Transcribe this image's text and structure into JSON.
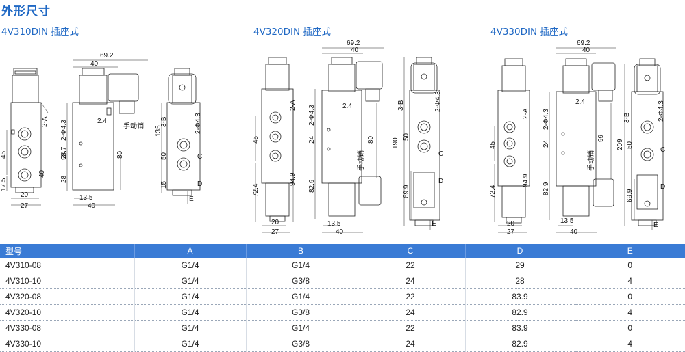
{
  "page_title": "外形尺寸",
  "subtitles": [
    "4V310DIN 插座式",
    "4V320DIN 插座式",
    "4V330DIN 插座式"
  ],
  "dims": {
    "d69_2": "69.2",
    "d40": "40",
    "d2_4": "2.4",
    "manual": "手动销",
    "d2A": "2-A",
    "d3B": "3-B",
    "d2phi": "2-Φ4.3",
    "d45": "45",
    "d17_5": "17.5",
    "d40v": "40",
    "d20": "20",
    "d27": "27",
    "d98_7": "98.7",
    "d24": "24",
    "d28": "28",
    "d80": "80",
    "d13_5": "13.5",
    "d135": "135",
    "d50": "50",
    "d15": "15",
    "C": "C",
    "D": "D",
    "E": "E",
    "d72_4": "72.4",
    "d94_9": "94.9",
    "d82_9": "82.9",
    "d190": "190",
    "d69_9": "69.9",
    "d99": "99",
    "d209": "209"
  },
  "table": {
    "headers": [
      "型号",
      "A",
      "B",
      "C",
      "D",
      "E"
    ],
    "rows": [
      [
        "4V310-08",
        "G1/4",
        "G1/4",
        "22",
        "29",
        "0"
      ],
      [
        "4V310-10",
        "G1/4",
        "G3/8",
        "24",
        "28",
        "4"
      ],
      [
        "4V320-08",
        "G1/4",
        "G1/4",
        "22",
        "83.9",
        "0"
      ],
      [
        "4V320-10",
        "G1/4",
        "G3/8",
        "24",
        "82.9",
        "4"
      ],
      [
        "4V330-08",
        "G1/4",
        "G1/4",
        "22",
        "83.9",
        "0"
      ],
      [
        "4V330-10",
        "G1/4",
        "G3/8",
        "24",
        "82.9",
        "4"
      ]
    ]
  }
}
